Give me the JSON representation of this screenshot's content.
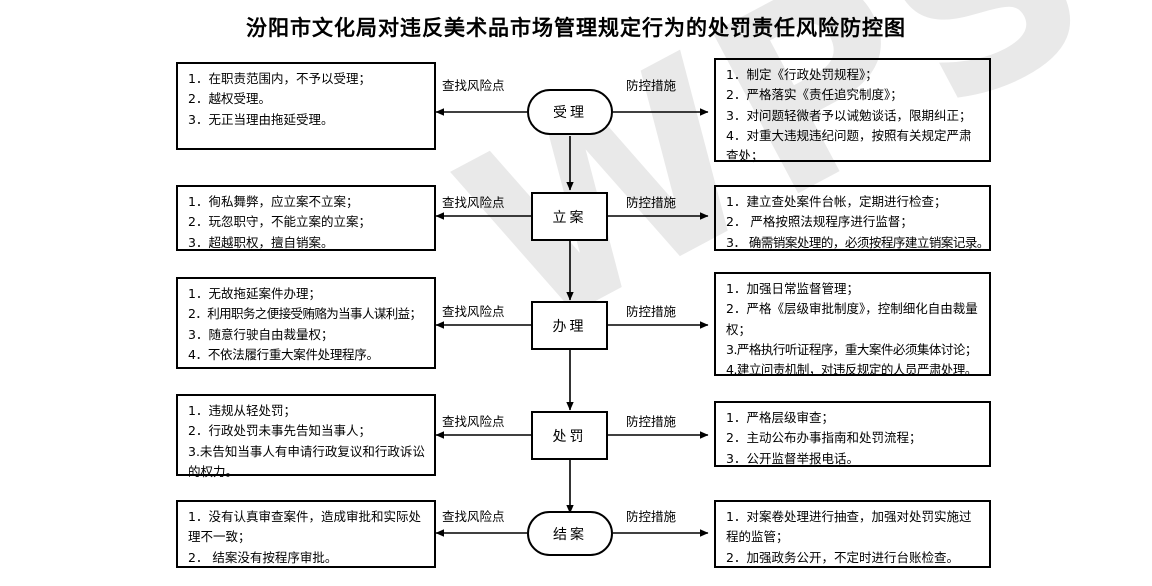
{
  "document": {
    "title": "汾阳市文化局对违反美术品市场管理规定行为的处罚责任风险防控图",
    "watermark": "WPS"
  },
  "labels": {
    "left_edge": "查找风险点",
    "right_edge": "防控措施"
  },
  "flow": {
    "nodes": [
      {
        "id": "shouli",
        "label": "受理",
        "shape": "stadium"
      },
      {
        "id": "lian",
        "label": "立案",
        "shape": "rect"
      },
      {
        "id": "banli",
        "label": "办理",
        "shape": "rect"
      },
      {
        "id": "chufa",
        "label": "处罚",
        "shape": "rect"
      },
      {
        "id": "jiean",
        "label": "结案",
        "shape": "stadium"
      }
    ]
  },
  "risk_boxes": [
    {
      "node": "受理",
      "lines": [
        "1．在职责范围内，不予以受理；",
        "2．越权受理。",
        "3．无正当理由拖延受理。"
      ]
    },
    {
      "node": "立案",
      "lines": [
        "1．徇私舞弊，应立案不立案；",
        "2．玩忽职守，不能立案的立案；",
        "3．超越职权，擅自销案。"
      ]
    },
    {
      "node": "办理",
      "lines": [
        "1．无故拖延案件办理；",
        "2．利用职务之便接受贿赂为当事人谋利益；",
        "3．随意行驶自由裁量权；",
        "4．不依法履行重大案件处理程序。"
      ]
    },
    {
      "node": "处罚",
      "lines": [
        "1．违规从轻处罚；",
        "2．行政处罚未事先告知当事人；",
        "3.未告知当事人有申请行政复议和行政诉讼的权力。"
      ]
    },
    {
      "node": "结案",
      "lines": [
        "1．没有认真审查案件，造成审批和实际处理不一致；",
        "2． 结案没有按程序审批。"
      ]
    }
  ],
  "control_boxes": [
    {
      "node": "受理",
      "lines": [
        "1．制定《行政处罚规程》；",
        "2．严格落实《责任追究制度》；",
        "3．对问题轻微者予以诫勉谈话，限期纠正；",
        "4．对重大违规违纪问题，按照有关规定严肃查处；"
      ]
    },
    {
      "node": "立案",
      "lines": [
        "1．建立查处案件台帐，定期进行检查；",
        "2． 严格按照法规程序进行监督；",
        "3． 确需销案处理的，必须按程序建立销案记录。"
      ]
    },
    {
      "node": "办理",
      "lines": [
        "1．加强日常监督管理；",
        "2．严格《层级审批制度》，控制细化自由裁量权；",
        "3.严格执行听证程序，重大案件必须集体讨论；",
        "4.建立问责机制，对违反规定的人员严肃处理。"
      ]
    },
    {
      "node": "处罚",
      "lines": [
        "1．严格层级审查；",
        "2．主动公布办事指南和处罚流程；",
        "3．公开监督举报电话。"
      ]
    },
    {
      "node": "结案",
      "lines": [
        "1．对案卷处理进行抽查，加强对处罚实施过程的监管；",
        "2．加强政务公开，不定时进行台账检查。"
      ]
    }
  ],
  "colors": {
    "stroke": "#000000",
    "text": "#000000",
    "background": "#ffffff",
    "watermark": "#e9e9e9"
  }
}
